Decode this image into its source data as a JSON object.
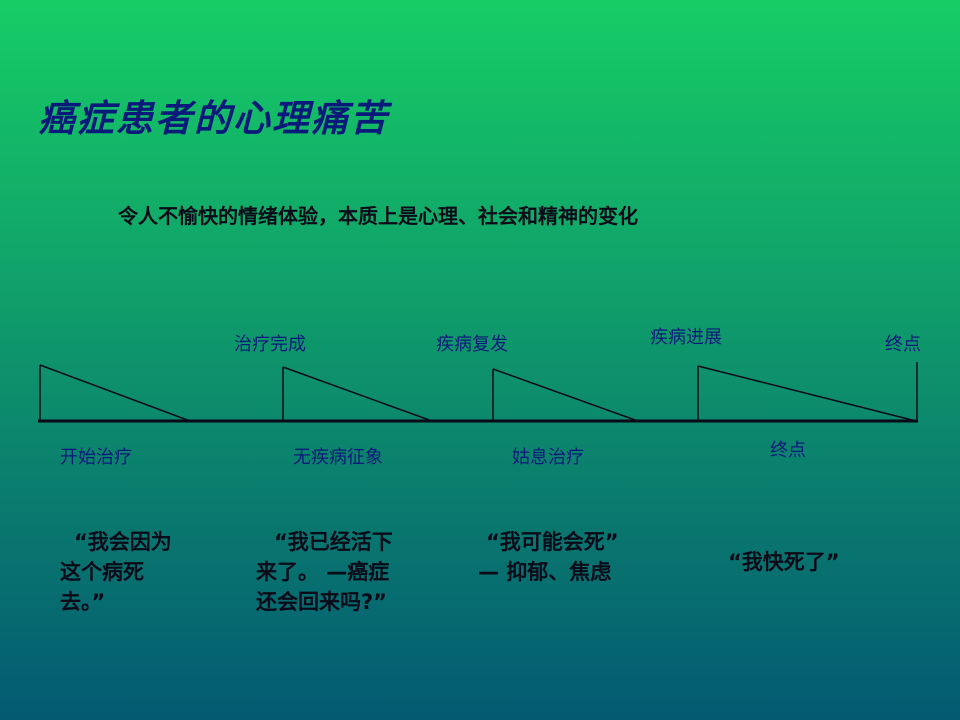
{
  "title": "癌症患者的心理痛苦",
  "subtitle": "令人不愉快的情绪体验，本质上是心理、社会和精神的变化",
  "top_labels": [
    "治疗完成",
    "疾病复发",
    "疾病进展",
    "终点"
  ],
  "bottom_labels": [
    "开始治疗",
    "无疾病征象",
    "姑息治疗",
    "终点"
  ],
  "quotes": [
    {
      "lines": [
        "“我会因为",
        "这个病死",
        "去。”"
      ]
    },
    {
      "lines": [
        "“我已经活下",
        "来了。 —癌症",
        "还会回来吗?”"
      ]
    },
    {
      "lines": [
        "“我可能会死”",
        "—  抑郁、焦虑"
      ]
    },
    {
      "lines": [
        "“我快死了”"
      ]
    }
  ],
  "colors": {
    "background_top": "#16cd65",
    "background_bottom": "#035a72",
    "title": "#0a1a7a",
    "labels": "#0a1a7a",
    "body_text": "#0a0a18",
    "lines": "#0a0a18"
  }
}
